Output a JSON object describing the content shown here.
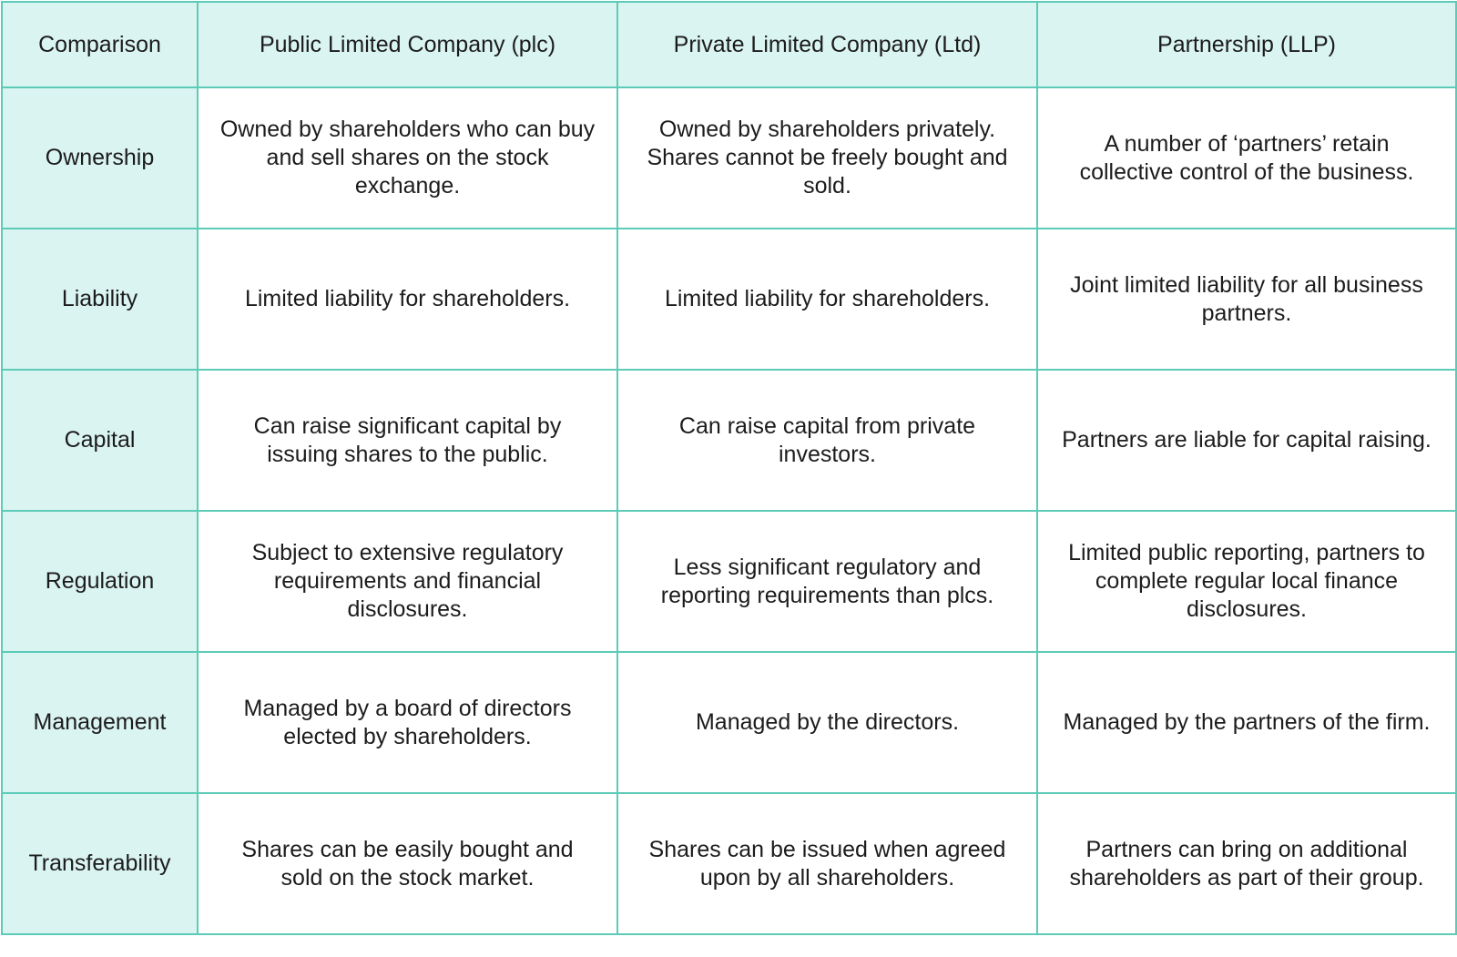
{
  "table": {
    "headers": [
      "Comparison",
      "Public Limited Company (plc)",
      "Private Limited Company (Ltd)",
      "Partnership (LLP)"
    ],
    "rows": [
      {
        "label": "Ownership",
        "cells": [
          "Owned by shareholders who can buy and sell shares on the stock exchange.",
          "Owned by shareholders privately. Shares cannot be freely bought and sold.",
          "A number of ‘partners’ retain collective control of the business."
        ]
      },
      {
        "label": "Liability",
        "cells": [
          "Limited liability for shareholders.",
          "Limited liability for shareholders.",
          "Joint limited liability for all business partners."
        ]
      },
      {
        "label": "Capital",
        "cells": [
          "Can raise significant capital by issuing shares to the public.",
          "Can raise capital from private investors.",
          "Partners are liable for capital raising."
        ]
      },
      {
        "label": "Regulation",
        "cells": [
          "Subject to extensive regulatory requirements and financial disclosures.",
          "Less significant regulatory and reporting requirements than plcs.",
          "Limited public reporting, partners to complete regular local finance disclosures."
        ]
      },
      {
        "label": "Management",
        "cells": [
          "Managed by a board of directors elected by shareholders.",
          "Managed by the directors.",
          "Managed by the partners of the firm."
        ]
      },
      {
        "label": "Transferability",
        "cells": [
          "Shares can be easily bought and sold on the stock market.",
          "Shares can be issued when agreed upon by all shareholders.",
          "Partners can bring on additional shareholders as part of their group."
        ]
      }
    ]
  },
  "colors": {
    "header_bg": "#daf4f1",
    "border": "#5ccbb8",
    "text": "#1c1c1c"
  }
}
